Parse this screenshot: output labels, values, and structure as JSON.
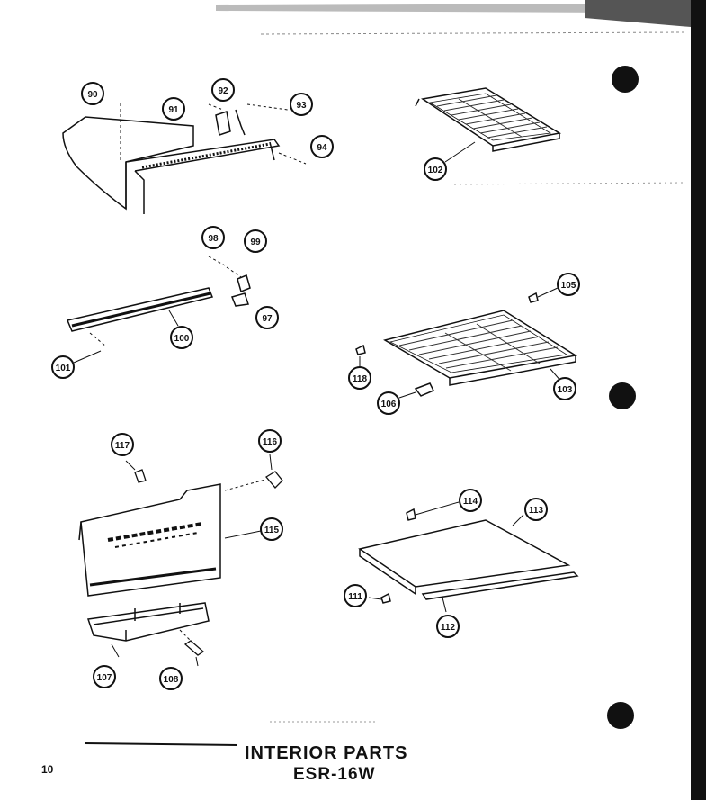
{
  "caption": {
    "title": "INTERIOR PARTS",
    "model": "ESR-16W",
    "page_number": "10"
  },
  "callouts": [
    {
      "id": "c90",
      "label": "90"
    },
    {
      "id": "c91",
      "label": "91"
    },
    {
      "id": "c92",
      "label": "92"
    },
    {
      "id": "c93",
      "label": "93"
    },
    {
      "id": "c94",
      "label": "94"
    },
    {
      "id": "c102",
      "label": "102"
    },
    {
      "id": "c98",
      "label": "98"
    },
    {
      "id": "c99",
      "label": "99"
    },
    {
      "id": "c97",
      "label": "97"
    },
    {
      "id": "c100",
      "label": "100"
    },
    {
      "id": "c101",
      "label": "101"
    },
    {
      "id": "c105",
      "label": "105"
    },
    {
      "id": "c118",
      "label": "118"
    },
    {
      "id": "c106",
      "label": "106"
    },
    {
      "id": "c103",
      "label": "103"
    },
    {
      "id": "c117",
      "label": "117"
    },
    {
      "id": "c116",
      "label": "116"
    },
    {
      "id": "c115",
      "label": "115"
    },
    {
      "id": "c107",
      "label": "107"
    },
    {
      "id": "c108",
      "label": "108"
    },
    {
      "id": "c114",
      "label": "114"
    },
    {
      "id": "c113",
      "label": "113"
    },
    {
      "id": "c111",
      "label": "111"
    },
    {
      "id": "c112",
      "label": "112"
    }
  ]
}
